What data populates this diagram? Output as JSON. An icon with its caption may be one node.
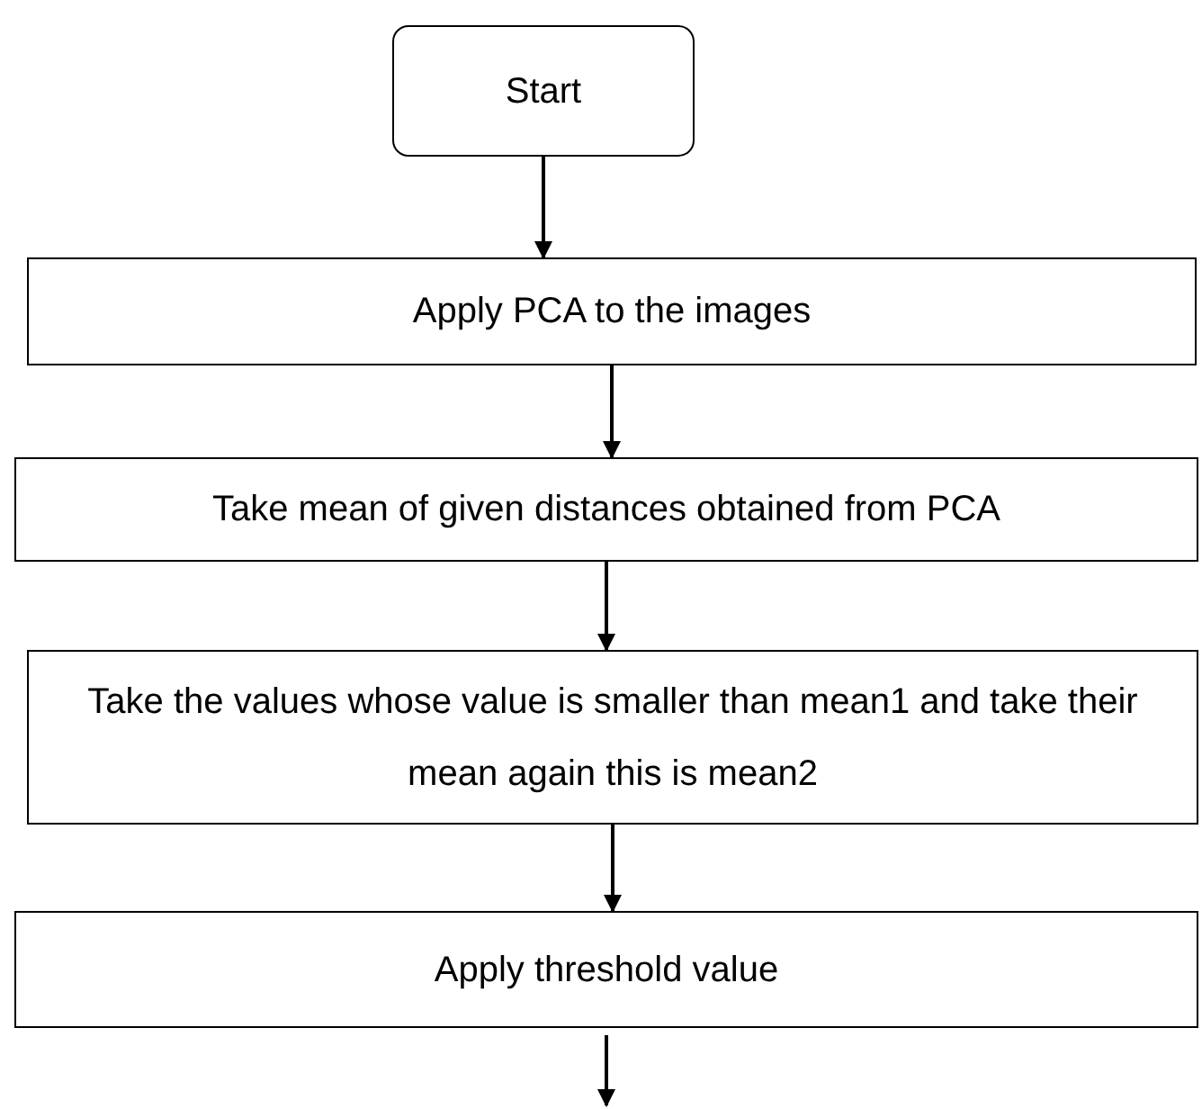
{
  "diagram": {
    "nodes": [
      {
        "text": [
          "Start"
        ]
      },
      {
        "text": [
          "Apply PCA to the images"
        ]
      },
      {
        "text": [
          "Take mean of given distances obtained from PCA"
        ]
      },
      {
        "text": [
          "Take the values whose value is smaller than mean1 and take their mean again this is mean2"
        ]
      },
      {
        "text": [
          "Apply threshold value"
        ]
      }
    ],
    "edges": [
      {
        "from": 0,
        "to": 1,
        "arrow": "to"
      },
      {
        "from": 1,
        "to": 2,
        "arrow": "to"
      },
      {
        "from": 2,
        "to": 3,
        "arrow": "to"
      },
      {
        "from": 3,
        "to": 4,
        "arrow": "to"
      },
      {
        "from": 4,
        "to": null,
        "arrow": "to"
      }
    ]
  }
}
